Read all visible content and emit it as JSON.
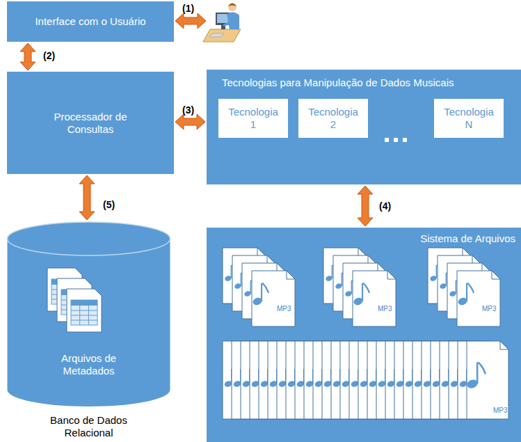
{
  "diagram": {
    "nodes": [
      {
        "text": [
          "Interface com o Usuário"
        ]
      },
      {
        "text": [
          "Processador de Consultas"
        ]
      },
      {
        "text": [
          "Tecnologias para Manipulação de Dados Musicais"
        ]
      },
      {
        "text": [
          "Tecnologia 1"
        ],
        "in": 2
      },
      {
        "text": [
          "Tecnologia 2"
        ],
        "in": 2
      },
      {
        "text": [
          "Tecnologia N"
        ],
        "in": 2
      },
      {
        "text": [
          "Sistema de Arquivos"
        ]
      },
      {
        "text": [
          "Arquivos de Metadados",
          "Banco de Dados Relacional"
        ]
      }
    ],
    "edges": [
      {
        "from": 0,
        "to": 1,
        "arrow": "both",
        "label": "(2)"
      },
      {
        "from": 1,
        "to": 2,
        "arrow": "both",
        "label": "(3)"
      },
      {
        "from": 2,
        "to": 6,
        "arrow": "both",
        "label": "(4)"
      },
      {
        "from": 1,
        "to": 7,
        "arrow": "both",
        "label": "(5)"
      }
    ],
    "labels": [
      "(1)",
      "MP3",
      "MP3",
      "MP3",
      "MP3"
    ]
  }
}
